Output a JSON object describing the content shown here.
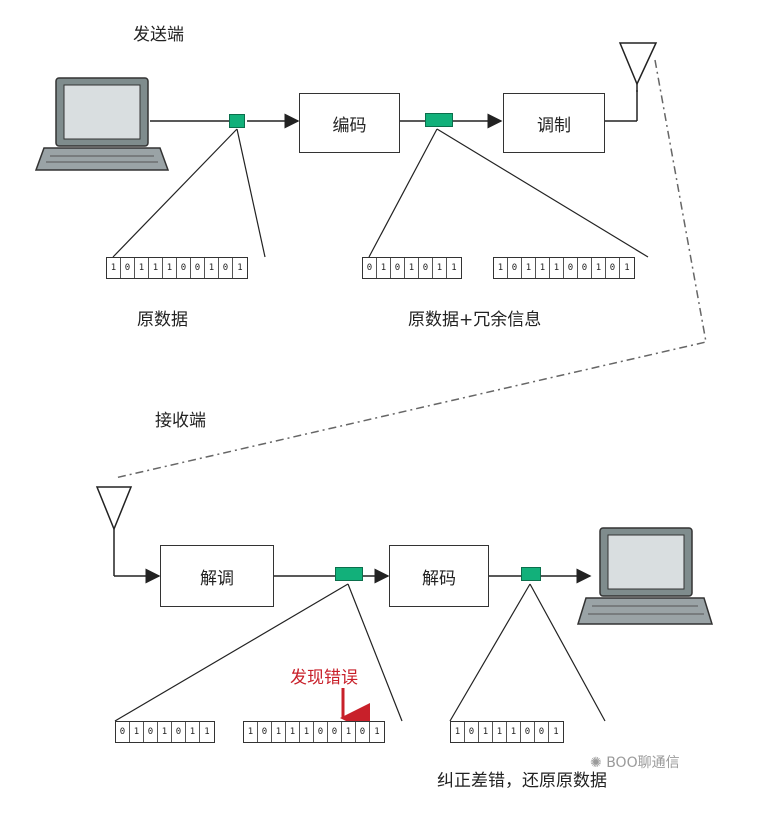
{
  "sender": {
    "title": "发送端",
    "encode_label": "编码",
    "modulate_label": "调制",
    "raw_data_label": "原数据",
    "raw_data_bits": "1011100101",
    "encoded_label": "原数据+冗余信息",
    "encoded_bits_a": "0101011",
    "encoded_bits_b": "1011100101"
  },
  "receiver": {
    "title": "接收端",
    "demodulate_label": "解调",
    "decode_label": "解码",
    "error_found_label": "发现错误",
    "received_bits_a": "0101011",
    "received_bits_b": "1011100101",
    "corrected_bits": "10111001",
    "corrected_label": "纠正差错，还原原数据"
  },
  "watermark": "BOO聊通信",
  "colors": {
    "connector": "#12b07a",
    "error": "#c8202a"
  }
}
